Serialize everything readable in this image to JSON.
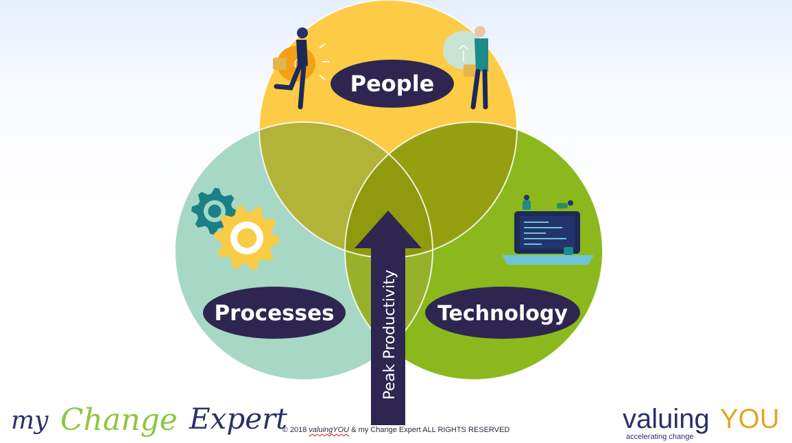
{
  "diagram": {
    "circles": [
      {
        "label": "People",
        "color": "#fdcb45"
      },
      {
        "label": "Processes",
        "color": "#a7d8c6"
      },
      {
        "label": "Technology",
        "color": "#8ab81d"
      }
    ],
    "arrow_label": "Peak Productivity",
    "pill_color": "#2e2650",
    "overlap_colors": {
      "people_processes": "#b3b33a",
      "people_technology": "#95a010",
      "processes_technology": "#97b22a",
      "center": "#8f9b0c"
    }
  },
  "logos": {
    "left": {
      "part1": "my",
      "part2": "Change",
      "part3": "Expert"
    },
    "right": {
      "name_a": "valuing",
      "name_b": "YOU",
      "tagline": "accelerating change"
    }
  },
  "footer": {
    "prefix": "© 2018",
    "brand": "valuingYOU",
    "suffix": "& my Change Expert ALL RIGHTS RESERVED"
  },
  "icon_names": [
    "lightbulb-person-icon",
    "gears-icon",
    "laptop-team-icon"
  ]
}
